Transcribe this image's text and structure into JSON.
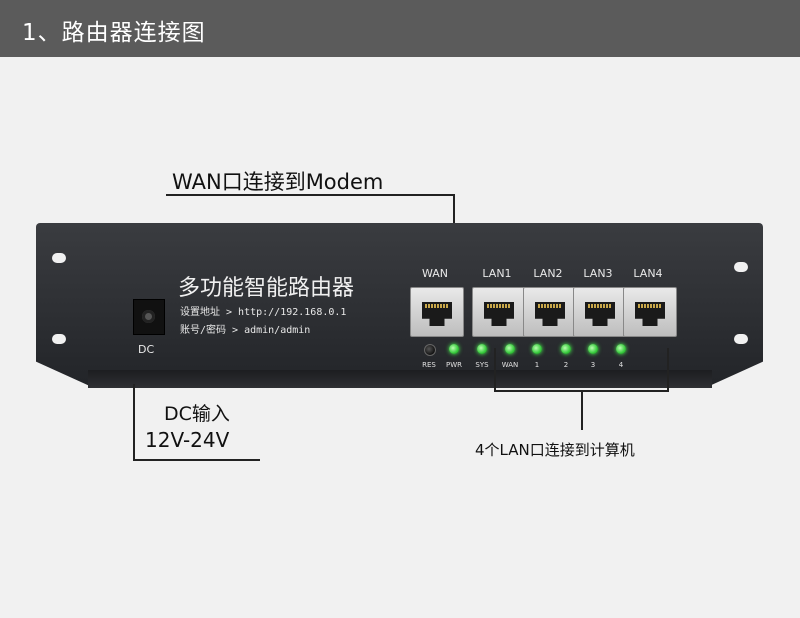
{
  "header": {
    "title": "1、路由器连接图"
  },
  "callouts": {
    "wan": "WAN口连接到Modem",
    "dc_line1": "DC输入",
    "dc_line2": "12V-24V",
    "lan": "4个LAN口连接到计算机"
  },
  "device": {
    "name": "多功能智能路由器",
    "address_line": "设置地址 > http://192.168.0.1",
    "account_line": "账号/密码 > admin/admin",
    "dc_label": "DC",
    "ports": [
      {
        "label": "WAN"
      },
      {
        "label": "LAN1"
      },
      {
        "label": "LAN2"
      },
      {
        "label": "LAN3"
      },
      {
        "label": "LAN4"
      }
    ],
    "leds": [
      {
        "label": "RES",
        "lit": false
      },
      {
        "label": "PWR",
        "lit": true
      },
      {
        "label": "SYS",
        "lit": true
      },
      {
        "label": "WAN",
        "lit": true
      },
      {
        "label": "1",
        "lit": true
      },
      {
        "label": "2",
        "lit": true
      },
      {
        "label": "3",
        "lit": true
      },
      {
        "label": "4",
        "lit": true
      }
    ]
  },
  "colors": {
    "header_bg": "#5b5b5b",
    "page_bg": "#f1f1f1",
    "led_green": "#35c83a"
  }
}
